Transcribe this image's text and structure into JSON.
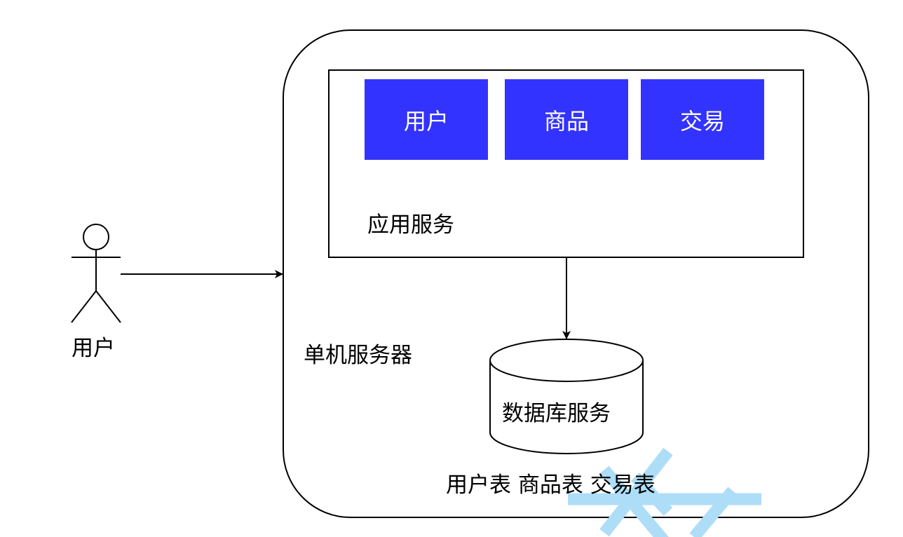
{
  "diagram": {
    "type": "monolithic-architecture",
    "actor": {
      "label": "用户"
    },
    "server": {
      "label": "单机服务器"
    },
    "app_service": {
      "label": "应用服务",
      "modules": [
        {
          "label": "用户"
        },
        {
          "label": "商品"
        },
        {
          "label": "交易"
        }
      ]
    },
    "database": {
      "label": "数据库服务",
      "tables_label": "用户表 商品表 交易表"
    },
    "edges": [
      {
        "from": "用户",
        "to": "单机服务器"
      },
      {
        "from": "应用服务",
        "to": "数据库服务"
      }
    ],
    "colors": {
      "module_fill": "#3333ff",
      "module_text": "#ffffff",
      "stroke": "#000000",
      "watermark": "#aeddf8"
    }
  }
}
